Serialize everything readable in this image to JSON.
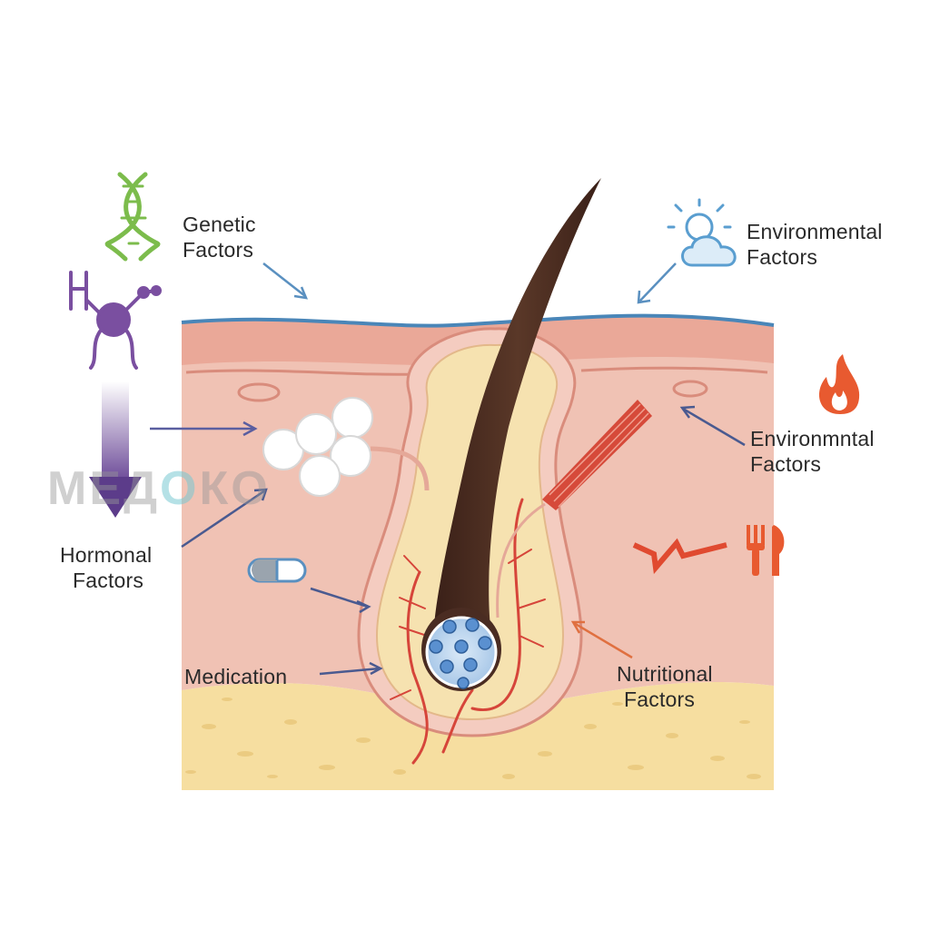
{
  "labels": {
    "genetic": {
      "line1": "Genetic",
      "line2": "Factors"
    },
    "environmental_top": {
      "line1": "Environmental",
      "line2": "Factors"
    },
    "environmental_mid": {
      "line1": "Environmntal",
      "line2": "Factors"
    },
    "hormonal": {
      "line1": "Hormonal",
      "line2": "Factors"
    },
    "medication": "Medication",
    "nutritional": {
      "line1": "Nutritional",
      "line2": "Factors"
    }
  },
  "watermark": {
    "part1": "МЕД",
    "part2": "О",
    "part3": "КО"
  },
  "colors": {
    "epidermis_line": "#4a86b8",
    "dermis": "#f0c2b4",
    "fat_layer": "#f6dea0",
    "hair": "#4a2c22",
    "vessel": "#d6453a",
    "dna_icon": "#7cbc4c",
    "hormone_icon": "#7a4fa0",
    "arrow_blue": "#5a90c0",
    "arrow_navy": "#4a5a90",
    "arrow_orange": "#e07040",
    "flame": "#e85a30"
  },
  "icons": [
    "dna-icon",
    "hormone-molecule-icon",
    "downward-arrow-icon",
    "sun-cloud-icon",
    "flame-icon",
    "pill-icon",
    "lightning-icon",
    "fork-knife-icon"
  ]
}
